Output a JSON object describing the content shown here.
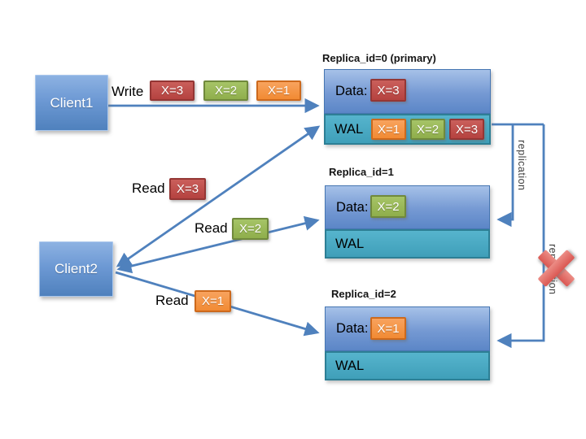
{
  "clients": [
    {
      "label": "Client1"
    },
    {
      "label": "Client2"
    }
  ],
  "write_flow": {
    "label": "Write",
    "badges": [
      {
        "value": "X=3",
        "color": "#c0504d"
      },
      {
        "value": "X=2",
        "color": "#9bbb59"
      },
      {
        "value": "X=1",
        "color": "#f79646"
      }
    ]
  },
  "read_flows": [
    {
      "label": "Read",
      "badge": {
        "value": "X=3",
        "color": "#c0504d"
      }
    },
    {
      "label": "Read",
      "badge": {
        "value": "X=2",
        "color": "#9bbb59"
      }
    },
    {
      "label": "Read",
      "badge": {
        "value": "X=1",
        "color": "#f79646"
      }
    }
  ],
  "replicas": [
    {
      "title": "Replica_id=0 (primary)",
      "data_label": "Data:",
      "data_badge": {
        "value": "X=3",
        "color": "#c0504d"
      },
      "wal_label": "WAL",
      "wal_badges": [
        {
          "value": "X=1",
          "color": "#f79646"
        },
        {
          "value": "X=2",
          "color": "#9bbb59"
        },
        {
          "value": "X=3",
          "color": "#c0504d"
        }
      ]
    },
    {
      "title": "Replica_id=1",
      "data_label": "Data:",
      "data_badge": {
        "value": "X=2",
        "color": "#9bbb59"
      },
      "wal_label": "WAL",
      "wal_badges": []
    },
    {
      "title": "Replica_id=2",
      "data_label": "Data:",
      "data_badge": {
        "value": "X=1",
        "color": "#f79646"
      },
      "wal_label": "WAL",
      "wal_badges": []
    }
  ],
  "replication": {
    "label_top": "replication",
    "label_bottom": "replication",
    "broken_icon": "red-x-cross-icon"
  },
  "colors": {
    "arrow_blue": "#4f81bd",
    "box_blue_top": "#a6c1e8",
    "box_blue_bottom": "#5b86c7",
    "wal_teal": "#49aac3",
    "badge_red": "#c0504d",
    "badge_green": "#9bbb59",
    "badge_orange": "#f79646",
    "cross_red": "#e0706c"
  }
}
